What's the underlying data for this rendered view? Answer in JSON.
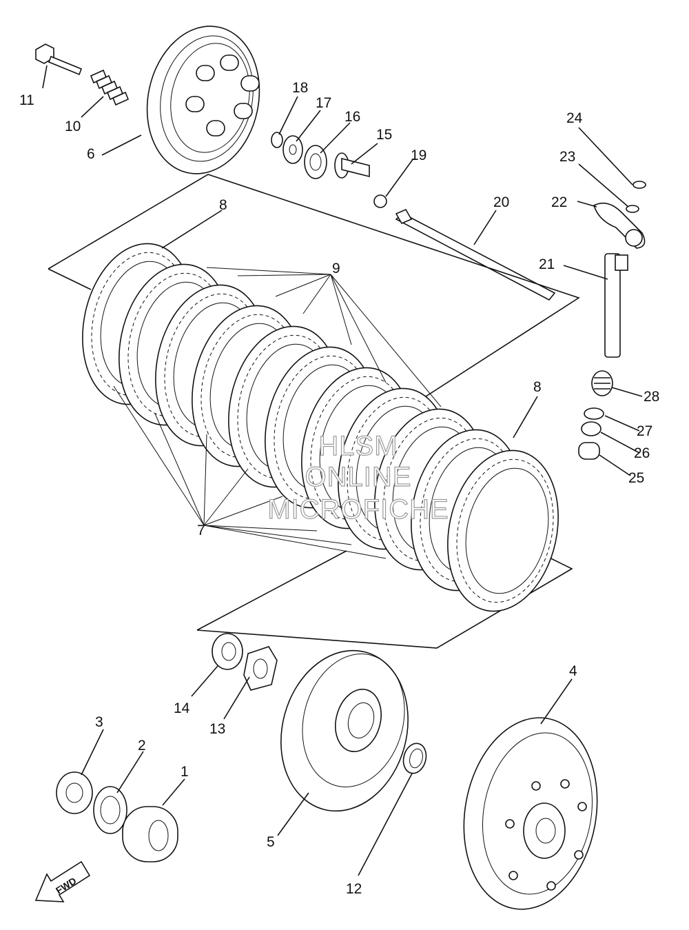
{
  "watermark": {
    "line1": "HLSM",
    "line2": "ONLINE",
    "line3": "MICROFICHE"
  },
  "fwd_label": "FWD",
  "callouts": [
    {
      "id": "1",
      "text": "1"
    },
    {
      "id": "2",
      "text": "2"
    },
    {
      "id": "3",
      "text": "3"
    },
    {
      "id": "4",
      "text": "4"
    },
    {
      "id": "5",
      "text": "5"
    },
    {
      "id": "6",
      "text": "6"
    },
    {
      "id": "7",
      "text": "7"
    },
    {
      "id": "8a",
      "text": "8"
    },
    {
      "id": "8b",
      "text": "8"
    },
    {
      "id": "9",
      "text": "9"
    },
    {
      "id": "10",
      "text": "10"
    },
    {
      "id": "11",
      "text": "11"
    },
    {
      "id": "12",
      "text": "12"
    },
    {
      "id": "13",
      "text": "13"
    },
    {
      "id": "14",
      "text": "14"
    },
    {
      "id": "15",
      "text": "15"
    },
    {
      "id": "16",
      "text": "16"
    },
    {
      "id": "17",
      "text": "17"
    },
    {
      "id": "18",
      "text": "18"
    },
    {
      "id": "19",
      "text": "19"
    },
    {
      "id": "20",
      "text": "20"
    },
    {
      "id": "21",
      "text": "21"
    },
    {
      "id": "22",
      "text": "22"
    },
    {
      "id": "23",
      "text": "23"
    },
    {
      "id": "24",
      "text": "24"
    },
    {
      "id": "25",
      "text": "25"
    },
    {
      "id": "26",
      "text": "26"
    },
    {
      "id": "27",
      "text": "27"
    },
    {
      "id": "28",
      "text": "28"
    }
  ]
}
